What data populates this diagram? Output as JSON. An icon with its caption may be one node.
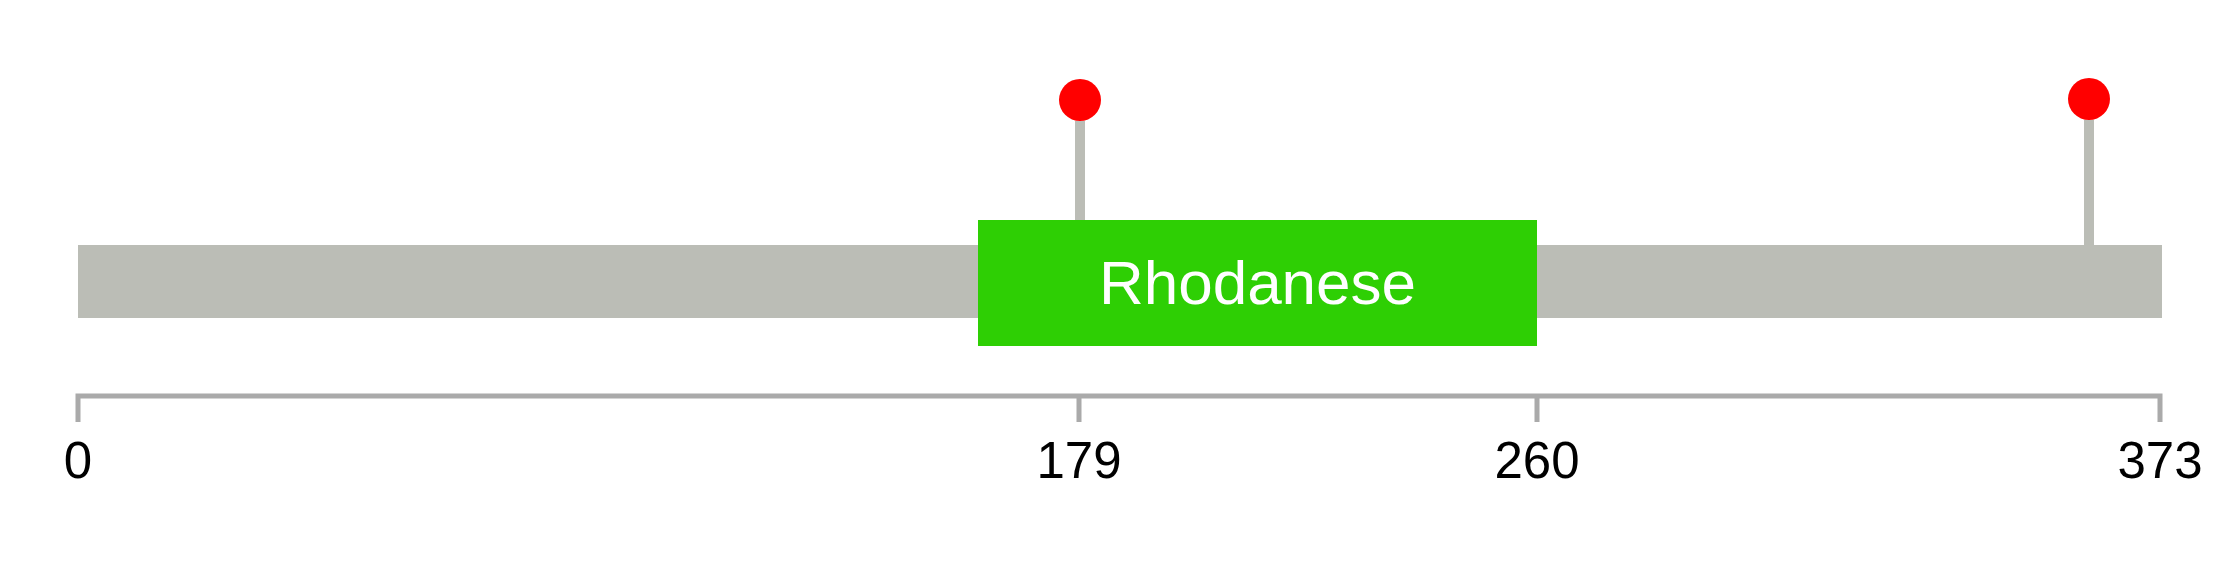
{
  "diagram": {
    "nodes": [
      {
        "text": [],
        "shape": "bar"
      },
      {
        "text": [
          "Rhodanese"
        ]
      },
      {
        "text": [],
        "shape": "bar"
      },
      {
        "text": [],
        "shape": "circle"
      },
      {
        "text": [],
        "shape": "circle"
      }
    ],
    "edges": [
      {
        "from": 3,
        "to": 1,
        "arrow": "none"
      },
      {
        "from": 4,
        "to": 2,
        "arrow": "none"
      }
    ],
    "labels": [
      "0",
      "179",
      "260",
      "373"
    ]
  }
}
